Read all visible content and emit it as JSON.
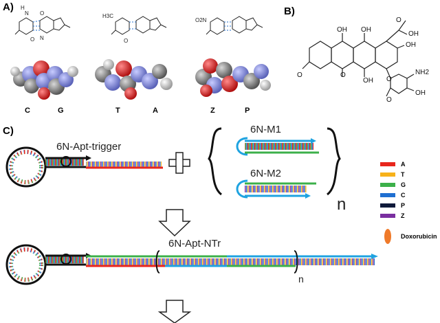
{
  "panels": {
    "a": "A)",
    "b": "B)",
    "c": "C)"
  },
  "base_pairs": [
    {
      "left": "C",
      "right": "G"
    },
    {
      "left": "T",
      "right": "A"
    },
    {
      "left": "Z",
      "right": "P"
    }
  ],
  "structure_labels": {
    "methyl": "H3C",
    "nitro": "O2N",
    "oh1": "OH",
    "oh2": "OH",
    "oh3": "OH",
    "oh4": "OH",
    "oh5": "OH",
    "oh6": "OH",
    "nh2": "NH2",
    "o_ketone1": "O",
    "o_ketone2": "O",
    "o_ketone3": "O",
    "o_ether": "O",
    "o_ring": "O",
    "o_methoxy": "O",
    "glyco_o": "O"
  },
  "strands": {
    "trigger": "6N-Apt-trigger",
    "m1": "6N-M1",
    "m2": "6N-M2",
    "product": "6N-Apt-NTr",
    "repeat_n": "n",
    "product_n": "n"
  },
  "legend": [
    {
      "label": "A",
      "color": "#e8261c"
    },
    {
      "label": "T",
      "color": "#f7b21a"
    },
    {
      "label": "G",
      "color": "#3cb04a"
    },
    {
      "label": "C",
      "color": "#1f6fd1"
    },
    {
      "label": "P",
      "color": "#0f1a3a"
    },
    {
      "label": "Z",
      "color": "#7a2fa0"
    }
  ],
  "drug": {
    "label": "Doxorubicin",
    "color": "#ef7a2a"
  }
}
